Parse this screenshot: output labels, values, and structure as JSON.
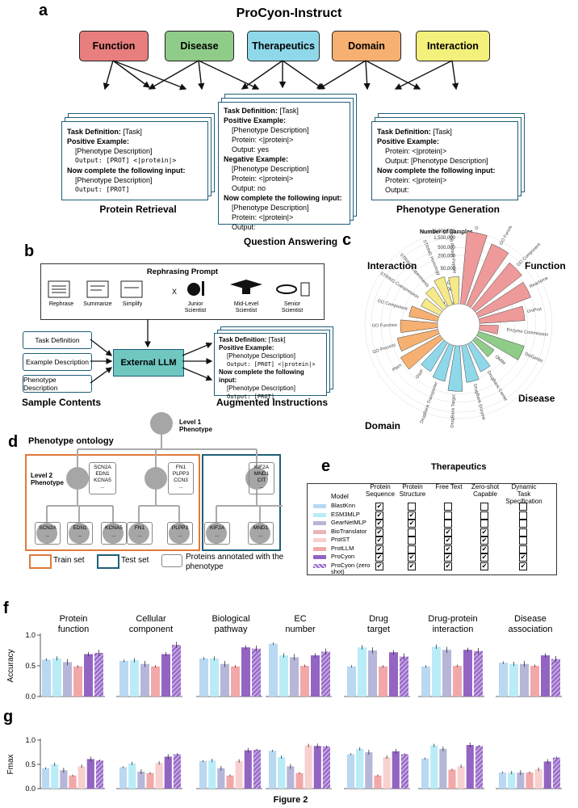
{
  "panel_a": {
    "label": "a",
    "title": "ProCyon-Instruct",
    "categories": [
      {
        "name": "Function",
        "color": "#e87e7e"
      },
      {
        "name": "Disease",
        "color": "#8fcc8a"
      },
      {
        "name": "Therapeutics",
        "color": "#8fd8ea"
      },
      {
        "name": "Domain",
        "color": "#f6b071"
      },
      {
        "name": "Interaction",
        "color": "#f3f07b"
      }
    ],
    "retrieval": {
      "task_def": "Task Definition:",
      "task_val": "[Task]",
      "pos": "Positive Example:",
      "pheno": "[Phenotype Description]",
      "output_prot": "Output: [PROT] <|protein|>",
      "now": "Now complete the following input:",
      "output_end": "Output: [PROT]",
      "caption": "Protein Retrieval"
    },
    "qa": {
      "task_def": "Task Definition:",
      "task_val": "[Task]",
      "pos": "Positive Example:",
      "pheno": "[Phenotype Description]",
      "protein": "Protein: <|protein|>",
      "out_yes": "Output: yes",
      "neg": "Negative Example:",
      "out_no": "Output: no",
      "now": "Now complete the following input:",
      "output_end": "Output:",
      "caption": "Question Answering"
    },
    "gen": {
      "task_def": "Task Definition:",
      "task_val": "[Task]",
      "pos": "Positive Example:",
      "protein": "Protein: <|protein|>",
      "output_pheno": "Output: [Phenotype Description]",
      "now": "Now complete the following input:",
      "output_end": "Output:",
      "caption": "Phenotype Generation"
    }
  },
  "panel_b": {
    "label": "b",
    "rephrase_title": "Rephrasing Prompt",
    "icons": [
      "Rephrase",
      "Summarize",
      "Simplify"
    ],
    "x": "X",
    "levels": [
      "Junior Scientist",
      "Mid-Level Scientist",
      "Senior Scientist"
    ],
    "inputs": [
      "Task Definition",
      "Example Description",
      "Phenotype Description"
    ],
    "llm": "External LLM",
    "sample_caption": "Sample Contents",
    "aug_caption": "Augmented Instructions",
    "aug": {
      "task_def": "Task Definition:",
      "task_val": "[Task]",
      "pos": "Positive Example:",
      "pheno": "[Phenotype Description]",
      "out": "Output: [PROT] <|protein|>",
      "now": "Now complete the following input:",
      "out_end": "Output: [PROT]"
    }
  },
  "panel_c": {
    "label": "c",
    "group_labels": [
      "Interaction",
      "Function",
      "Disease",
      "Therapeutics",
      "Domain"
    ],
    "scale_title": "Number of Samples",
    "scale_ticks": [
      "3,000,000",
      "1,500,000",
      "500,000",
      "200,000",
      "50,000",
      "10,000",
      "5,000",
      "1,000"
    ],
    "chart_data": {
      "type": "radial-bar",
      "title": "",
      "scale": "log",
      "series": [
        {
          "category": "GO Process",
          "group": "Function",
          "value": 3000000,
          "color": "#ee9a9a"
        },
        {
          "category": "GO Function",
          "group": "Function",
          "value": 1500000,
          "color": "#ee9a9a"
        },
        {
          "category": "GO Component",
          "group": "Function",
          "value": 700000,
          "color": "#ee9a9a"
        },
        {
          "category": "Reactome",
          "group": "Function",
          "value": 500000,
          "color": "#ee9a9a"
        },
        {
          "category": "UniProt",
          "group": "Function",
          "value": 150000,
          "color": "#ee9a9a"
        },
        {
          "category": "Enzyme Commission",
          "group": "Function",
          "value": 8000,
          "color": "#ee9a9a"
        },
        {
          "category": "DisGeNet",
          "group": "Disease",
          "value": 200000,
          "color": "#8fcc8a"
        },
        {
          "category": "OMIM",
          "group": "Disease",
          "value": 12000,
          "color": "#8fcc8a"
        },
        {
          "category": "DrugBank Carrier",
          "group": "Therapeutics",
          "value": 30000,
          "color": "#8fd8ea"
        },
        {
          "category": "DrugBank Enzyme",
          "group": "Therapeutics",
          "value": 60000,
          "color": "#8fd8ea"
        },
        {
          "category": "DrugBank Target",
          "group": "Therapeutics",
          "value": 150000,
          "color": "#8fd8ea"
        },
        {
          "category": "DrugBank Transporter",
          "group": "Therapeutics",
          "value": 60000,
          "color": "#8fd8ea"
        },
        {
          "category": "GtoP",
          "group": "Therapeutics",
          "value": 40000,
          "color": "#8fd8ea"
        },
        {
          "category": "Pfam",
          "group": "Domain",
          "value": 150000,
          "color": "#f6b071"
        },
        {
          "category": "GO Process",
          "group": "Domain",
          "value": 100000,
          "color": "#f6b071"
        },
        {
          "category": "GO Function",
          "group": "Domain",
          "value": 60000,
          "color": "#f6b071"
        },
        {
          "category": "GO Component",
          "group": "Domain",
          "value": 25000,
          "color": "#f6b071"
        },
        {
          "category": "STRING Coexpression",
          "group": "Interaction",
          "value": 10000,
          "color": "#f5e98a"
        },
        {
          "category": "STRING Experiments",
          "group": "Interaction",
          "value": 15000,
          "color": "#f5e98a"
        },
        {
          "category": "STRING Homology",
          "group": "Interaction",
          "value": 25000,
          "color": "#f5e98a"
        },
        {
          "category": "PDB Protein-Peptide",
          "group": "Interaction",
          "value": 20000,
          "color": "#f5e98a"
        }
      ]
    }
  },
  "panel_d": {
    "label": "d",
    "ontology": "Phenotype ontology",
    "level1": "Level 1 Phenotype",
    "level2": "Level 2 Phenotype",
    "genes_a": [
      "SCN2A",
      "EDN1",
      "KCNA5",
      "..."
    ],
    "genes_b": [
      "FN1",
      "PLPP3",
      "CCN3",
      "..."
    ],
    "genes_c": [
      "KIF2A",
      "MND1",
      "CIT",
      "..."
    ],
    "leaf_genes": [
      "SCN2A",
      "EDN1",
      "KCNA5",
      "FN1",
      "PLPP3",
      "KIF2A",
      "MND1"
    ],
    "ellipsis": "...",
    "legend_train": "Train set",
    "legend_test": "Test set",
    "legend_prot": "Proteins annotated with the phenotype"
  },
  "panel_e": {
    "label": "e",
    "headers": [
      "Model",
      "Protein Sequence",
      "Protein Structure",
      "Free Text",
      "Zero-shot Capable",
      "Dynamic Task Specification"
    ],
    "rows": [
      {
        "model": "BlastKnn",
        "color": "#b9d8f2",
        "checks": [
          1,
          0,
          0,
          0,
          0
        ]
      },
      {
        "model": "ESM3MLP",
        "color": "#b9ecf7",
        "checks": [
          1,
          1,
          0,
          0,
          0
        ]
      },
      {
        "model": "GearNetMLP",
        "color": "#b6b6d9",
        "checks": [
          1,
          1,
          0,
          0,
          0
        ]
      },
      {
        "model": "BioTranslator",
        "color": "#e8b4b4",
        "checks": [
          1,
          0,
          1,
          1,
          0
        ]
      },
      {
        "model": "ProtST",
        "color": "#f8d0d0",
        "checks": [
          1,
          0,
          1,
          1,
          0
        ]
      },
      {
        "model": "ProtLLM",
        "color": "#f2a8a8",
        "checks": [
          1,
          0,
          1,
          1,
          0
        ]
      },
      {
        "model": "ProCyon",
        "color": "#9364c2",
        "checks": [
          1,
          1,
          1,
          1,
          1
        ]
      },
      {
        "model": "ProCyon (zero shot)",
        "color": "#b28ad6",
        "checks": [
          1,
          1,
          1,
          1,
          1
        ]
      }
    ]
  },
  "panel_f": {
    "label": "f",
    "ylabel": "Accuracy",
    "yticks": [
      "1.0",
      "0.5",
      "0.0"
    ],
    "titles": [
      "Protein function",
      "Cellular component",
      "Biological pathway",
      "EC number",
      "Drug target",
      "Drug-protein interaction",
      "Disease association"
    ],
    "chart_data": {
      "type": "bar",
      "ylim": [
        0,
        1
      ],
      "categories": [
        "Protein function",
        "Cellular component",
        "Biological pathway",
        "EC number",
        "Drug target",
        "Drug-protein interaction",
        "Disease association"
      ],
      "series": [
        {
          "name": "BlastKnn",
          "values": [
            0.6,
            0.58,
            0.62,
            0.86,
            0.49,
            0.49,
            0.55
          ]
        },
        {
          "name": "ESM3MLP",
          "values": [
            0.62,
            0.59,
            0.62,
            0.67,
            0.8,
            0.81,
            0.53
          ]
        },
        {
          "name": "GearNetMLP",
          "values": [
            0.56,
            0.53,
            0.53,
            0.64,
            0.75,
            0.76,
            0.53
          ]
        },
        {
          "name": "BioTranslator",
          "values": [
            0.49,
            0.49,
            0.49,
            0.5,
            0.49,
            0.5,
            0.5
          ]
        },
        {
          "name": "ProCyon",
          "values": [
            0.69,
            0.69,
            0.8,
            0.67,
            0.72,
            0.76,
            0.67
          ]
        },
        {
          "name": "ProCyon (zero shot)",
          "values": [
            0.71,
            0.84,
            0.78,
            0.73,
            0.65,
            0.74,
            0.61
          ]
        }
      ]
    }
  },
  "panel_g": {
    "label": "g",
    "ylabel": "Fmax",
    "yticks": [
      "1.0",
      "0.5",
      "0.0"
    ],
    "chart_data": {
      "type": "bar",
      "ylim": [
        0,
        1
      ],
      "categories": [
        "Protein function",
        "Cellular component",
        "Biological pathway",
        "EC number",
        "Drug target",
        "Drug-protein interaction",
        "Disease association"
      ],
      "series": [
        {
          "name": "BlastKnn",
          "values": [
            0.42,
            0.44,
            0.57,
            0.78,
            0.71,
            0.62,
            0.33
          ]
        },
        {
          "name": "ESM3MLP",
          "values": [
            0.5,
            0.52,
            0.58,
            0.65,
            0.82,
            0.89,
            0.33
          ]
        },
        {
          "name": "GearNetMLP",
          "values": [
            0.38,
            0.35,
            0.42,
            0.46,
            0.75,
            0.82,
            0.33
          ]
        },
        {
          "name": "BioTranslator",
          "values": [
            0.27,
            0.32,
            0.27,
            0.32,
            0.27,
            0.39,
            0.33
          ]
        },
        {
          "name": "ProtST",
          "values": [
            0.46,
            0.53,
            0.57,
            0.89,
            0.65,
            0.46,
            0.4
          ]
        },
        {
          "name": "ProCyon",
          "values": [
            0.61,
            0.66,
            0.79,
            0.88,
            0.77,
            0.9,
            0.56
          ]
        },
        {
          "name": "ProCyon (zero shot)",
          "values": [
            0.58,
            0.71,
            0.8,
            0.87,
            0.71,
            0.88,
            0.64
          ]
        }
      ]
    }
  },
  "footer": "Figure 2"
}
